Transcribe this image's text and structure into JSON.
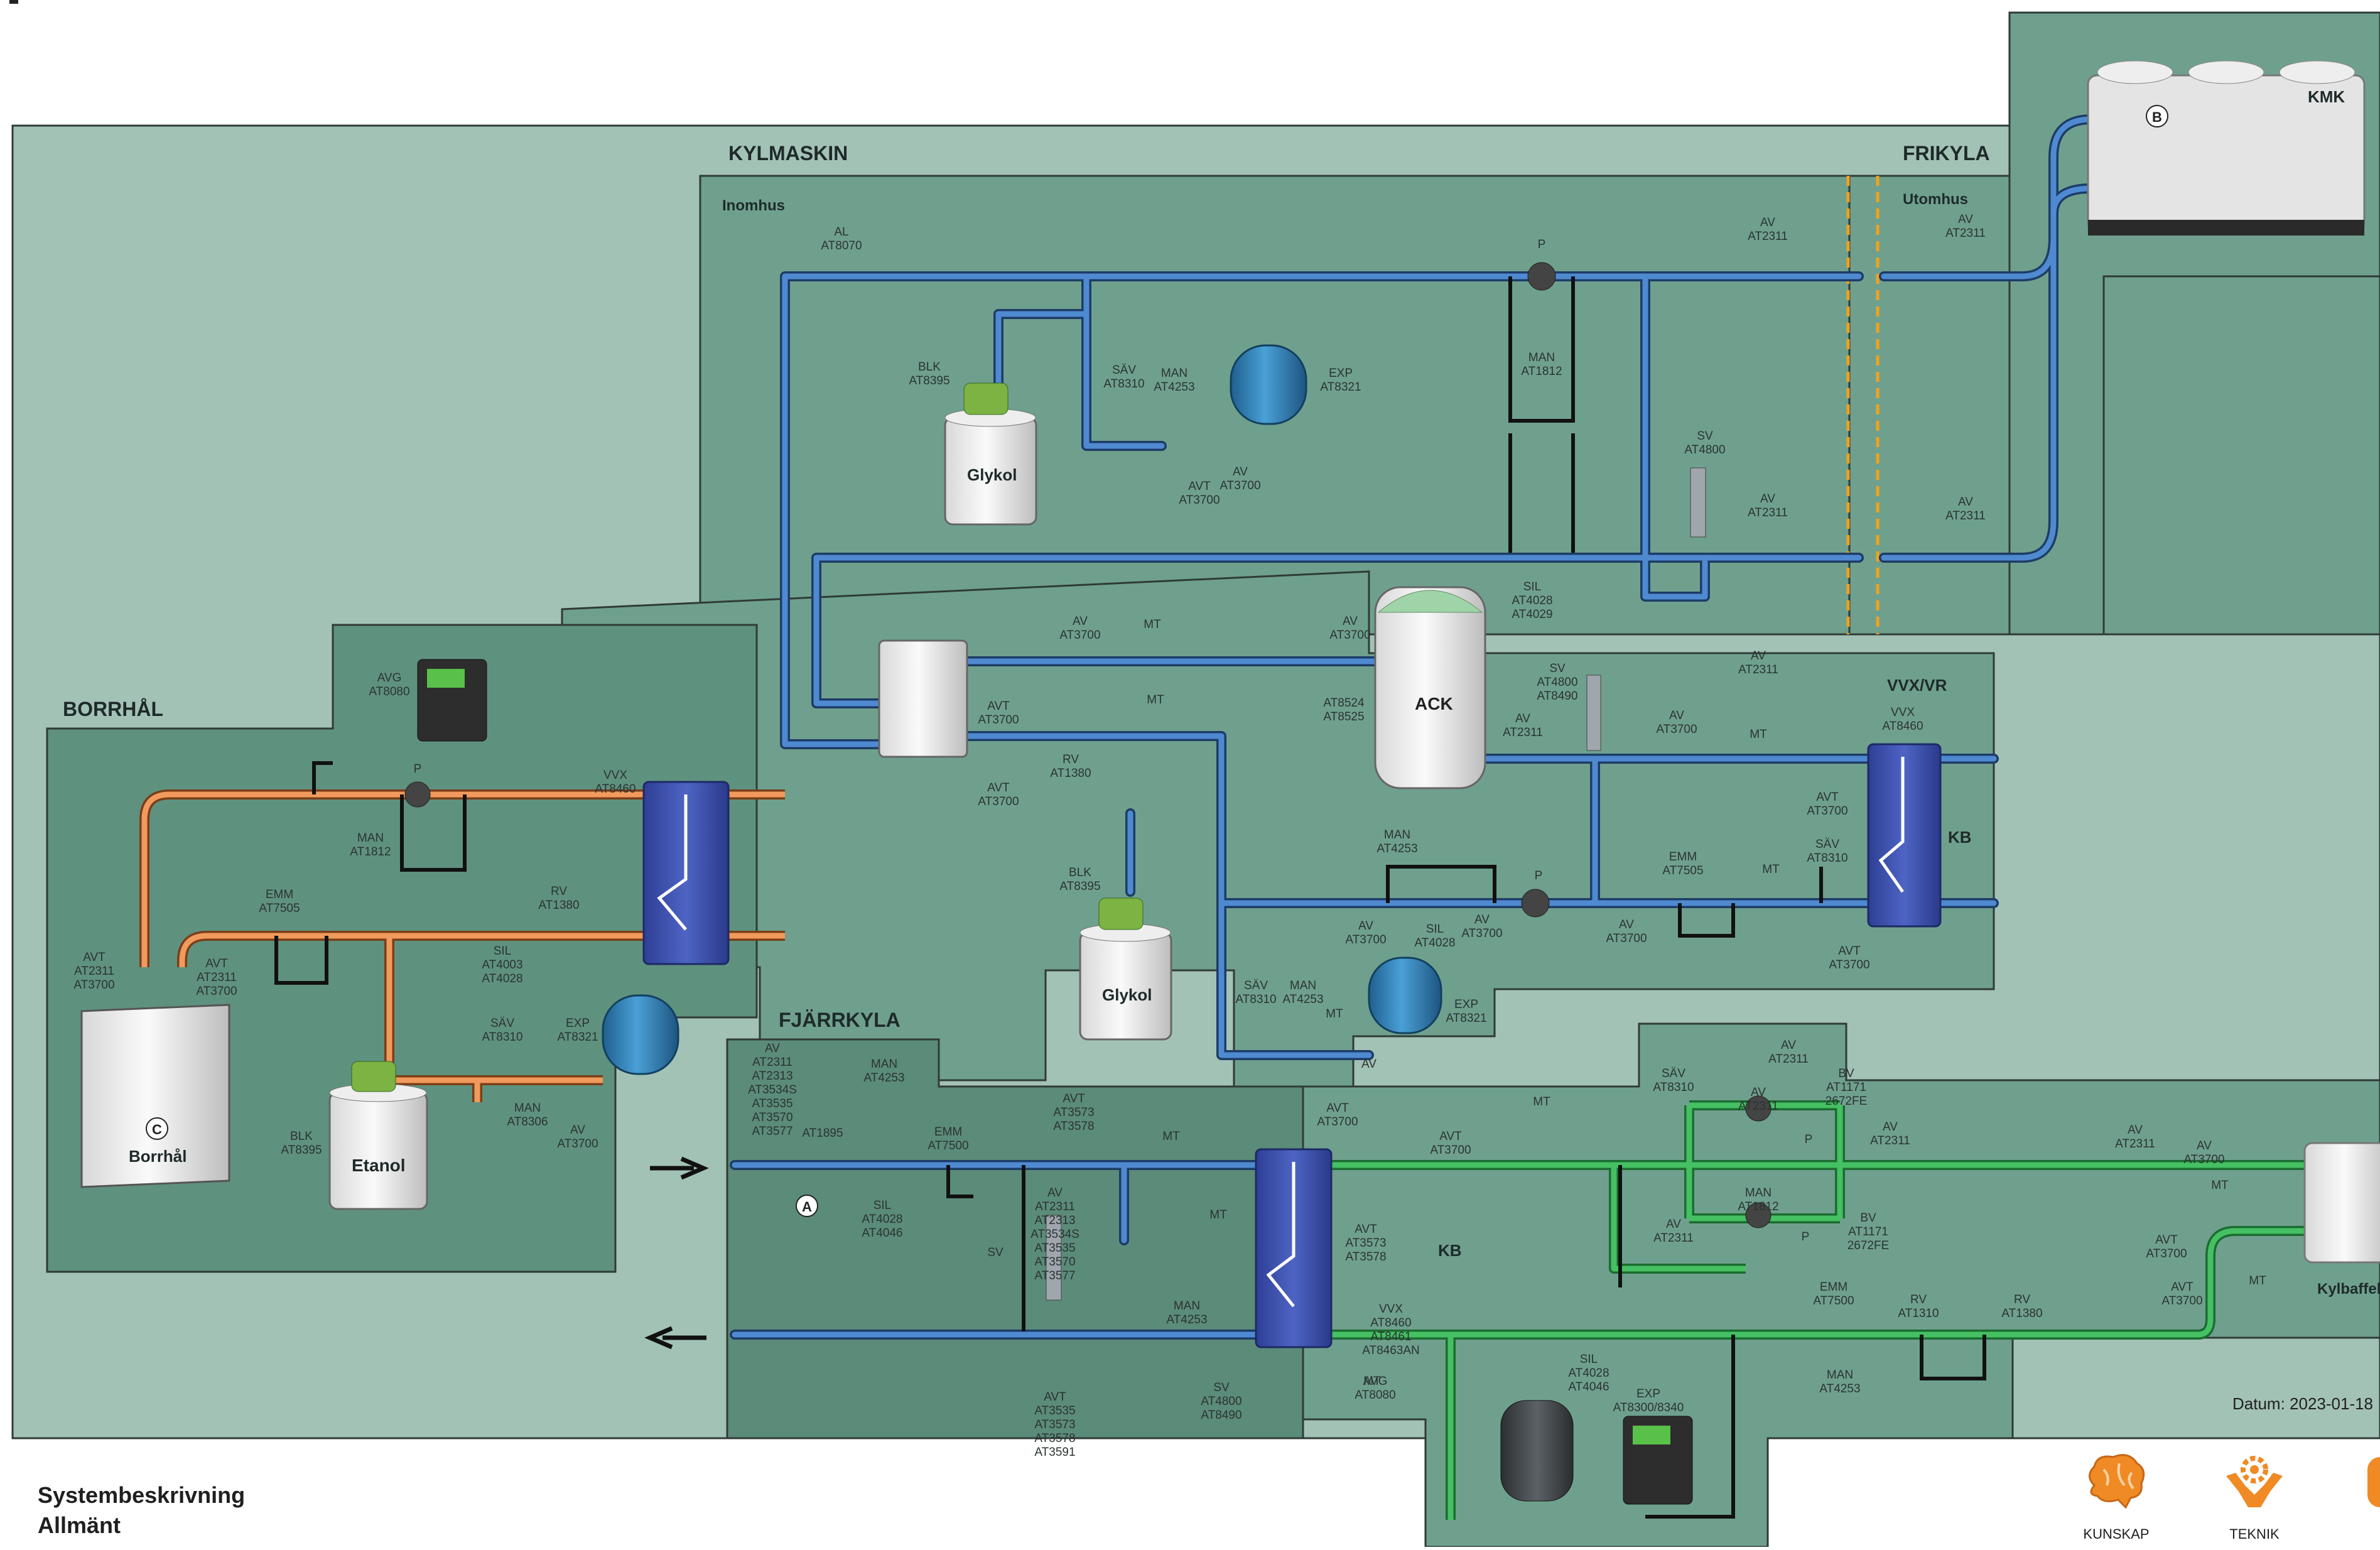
{
  "sections": {
    "kylmaskin": "KYLMASKIN",
    "inomhus": "Inomhus",
    "frikyla": "FRIKYLA",
    "utomhus": "Utomhus",
    "kmk": "KMK",
    "borrhal": "BORRHÅL",
    "fjarrkyla": "FJÄRRKYLA",
    "vvxvr": "VVX/VR",
    "kb1": "KB",
    "kb2": "KB",
    "kylbaffel": "Kylbaffel"
  },
  "equipment": {
    "glykol1": "Glykol",
    "glykol2": "Glykol",
    "etanol": "Etanol",
    "borrhal_well": "Borrhål",
    "ack": "ACK",
    "marker_a": "A",
    "marker_b": "B",
    "marker_c": "C"
  },
  "footer": {
    "title1": "Systembeskrivning",
    "title2": "Allmänt",
    "date": "Datum: 2023-01-18",
    "icon1": "KUNSKAP",
    "icon2": "TEKNIK"
  },
  "labels": [
    {
      "t": "AL|AT8070"
    },
    {
      "t": "BLK|AT8395"
    },
    {
      "t": "SÄV|AT8310"
    },
    {
      "t": "MAN|AT4253"
    },
    {
      "t": "EXP|AT8321"
    },
    {
      "t": "AVT|AT3700"
    },
    {
      "t": "AV|AT3700"
    },
    {
      "t": "P"
    },
    {
      "t": "MAN|AT1812"
    },
    {
      "t": "AV|AT2311"
    },
    {
      "t": "AV|AT2311"
    },
    {
      "t": "SV|AT4800"
    },
    {
      "t": "AV|AT2311"
    },
    {
      "t": "SIL|AT4028|AT4029"
    },
    {
      "t": "AV|AT2311"
    },
    {
      "t": "AV|AT2311"
    },
    {
      "t": "AV|AT3700"
    },
    {
      "t": "MT"
    },
    {
      "t": "AV|AT3700"
    },
    {
      "t": "AVT|AT3700"
    },
    {
      "t": "MT"
    },
    {
      "t": "RV|AT1380"
    },
    {
      "t": "AVT|AT3700"
    },
    {
      "t": "AT8524|AT8525"
    },
    {
      "t": "SV|AT4800|AT8490"
    },
    {
      "t": "AV|AT2311"
    },
    {
      "t": "AV|AT3700"
    },
    {
      "t": "MT"
    },
    {
      "t": "VVX|AT8460"
    },
    {
      "t": "AVT|AT3700"
    },
    {
      "t": "SÄV|AT8310"
    },
    {
      "t": "AVT|AT3700"
    },
    {
      "t": "MAN|AT4253"
    },
    {
      "t": "P"
    },
    {
      "t": "EMM|AT7505"
    },
    {
      "t": "MT"
    },
    {
      "t": "AV|AT3700"
    },
    {
      "t": "SIL|AT4028"
    },
    {
      "t": "AV|AT3700"
    },
    {
      "t": "AV|AT3700"
    },
    {
      "t": "BLK|AT8395"
    },
    {
      "t": "SÄV|AT8310"
    },
    {
      "t": "MAN|AT4253"
    },
    {
      "t": "MT"
    },
    {
      "t": "EXP|AT8321"
    },
    {
      "t": "AVT|AT3700"
    },
    {
      "t": "AV"
    },
    {
      "t": "AVG|AT8080"
    },
    {
      "t": "P"
    },
    {
      "t": "MAN|AT1812"
    },
    {
      "t": "EMM|AT7505"
    },
    {
      "t": "RV|AT1380"
    },
    {
      "t": "VVX|AT8460"
    },
    {
      "t": "SIL|AT4003|AT4028"
    },
    {
      "t": "AVT|AT2311|AT3700"
    },
    {
      "t": "AVT|AT2311|AT3700"
    },
    {
      "t": "SÄV|AT8310"
    },
    {
      "t": "EXP|AT8321"
    },
    {
      "t": "MAN|AT8306"
    },
    {
      "t": "AV|AT3700"
    },
    {
      "t": "BLK|AT8395"
    },
    {
      "t": "AV|AT2311|AT2313|AT3534S|AT3535|AT3570|AT3577"
    },
    {
      "t": "MAN|AT4253"
    },
    {
      "t": "AT1895"
    },
    {
      "t": "EMM|AT7500"
    },
    {
      "t": "AVT|AT3573|AT3578"
    },
    {
      "t": "MT"
    },
    {
      "t": "SIL|AT4028|AT4046"
    },
    {
      "t": "AV|AT2311|AT2313|AT3534S|AT3535|AT3570|AT3577"
    },
    {
      "t": "SV"
    },
    {
      "t": "MAN|AT4253"
    },
    {
      "t": "MT"
    },
    {
      "t": "AVT|AT3535|AT3573|AT3578|AT3591"
    },
    {
      "t": "SV|AT4800|AT8490"
    },
    {
      "t": "AVT|AT3573|AT3578"
    },
    {
      "t": "VVX|AT8460|AT8461|AT8463AN"
    },
    {
      "t": "MT"
    },
    {
      "t": "AVT|AT3700"
    },
    {
      "t": "MT"
    },
    {
      "t": "SÄV|AT8310"
    },
    {
      "t": "AV|AT2311"
    },
    {
      "t": "BV|AT1171|2672FE"
    },
    {
      "t": "AV|AT2311"
    },
    {
      "t": "P"
    },
    {
      "t": "MAN|AT1812"
    },
    {
      "t": "P"
    },
    {
      "t": "BV|AT1171|2672FE"
    },
    {
      "t": "AV|AT2311"
    },
    {
      "t": "AV|AT2311"
    },
    {
      "t": "AV|AT2311"
    },
    {
      "t": "AV|AT3700"
    },
    {
      "t": "MT"
    },
    {
      "t": "AVT|AT3700"
    },
    {
      "t": "MT"
    },
    {
      "t": "AVT|AT3700"
    },
    {
      "t": "RV|AT1380"
    },
    {
      "t": "RV|AT1310"
    },
    {
      "t": "EMM|AT7500"
    },
    {
      "t": "MAN|AT4253"
    },
    {
      "t": "SIL|AT4028|AT4046"
    },
    {
      "t": "EXP|AT8300/8340"
    },
    {
      "t": "AVG|AT8080"
    },
    {
      "t": "AVT|AT3700"
    }
  ],
  "colors": {
    "outer_bg": "#a3c2b6",
    "mid_bg": "#6fa08e",
    "dark_bg": "#5b8b79",
    "pipe_blue": "#3b6fb3",
    "pipe_orange": "#e0894f",
    "pipe_green": "#3fae55",
    "hx_blue": "#3a4fa8"
  }
}
